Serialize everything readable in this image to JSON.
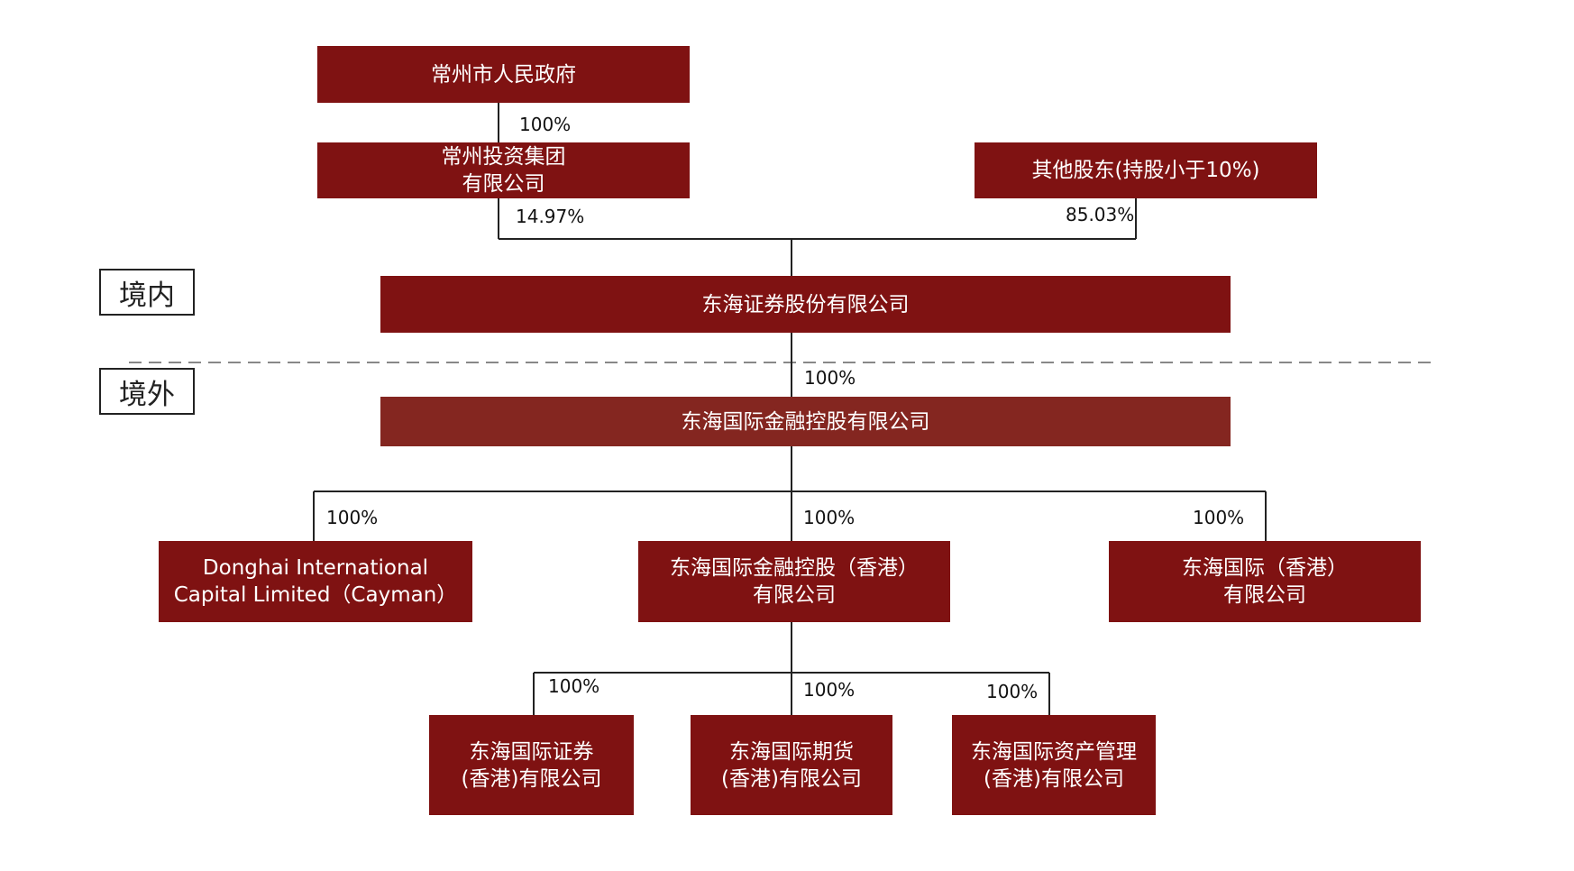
{
  "regions": {
    "domestic": "境内",
    "overseas": "境外"
  },
  "nodes": {
    "changzhou_gov": "常州市人民政府",
    "changzhou_invest": "常州投资集团\n有限公司",
    "other_shareholders": "其他股东(持股小于10%)",
    "donghai_securities": "东海证券股份有限公司",
    "donghai_intl_holdings": "东海国际金融控股有限公司",
    "cayman": "Donghai International\nCapital Limited（Cayman）",
    "hk_holdings": "东海国际金融控股（香港）\n有限公司",
    "donghai_intl_hk": "东海国际（香港）\n有限公司",
    "securities_hk": "东海国际证券\n(香港)有限公司",
    "futures_hk": "东海国际期货\n(香港)有限公司",
    "asset_mgmt_hk": "东海国际资产管理\n(香港)有限公司"
  },
  "percentages": {
    "gov_to_invest": "100%",
    "invest_to_securities": "14.97%",
    "other_to_securities": "85.03%",
    "securities_to_intl": "100%",
    "intl_to_cayman": "100%",
    "intl_to_hk_holdings": "100%",
    "intl_to_intl_hk": "100%",
    "hk_to_securities": "100%",
    "hk_to_futures": "100%",
    "hk_to_asset_mgmt": "100%"
  },
  "colors": {
    "box_fill": "#7f1212",
    "box_fill_alt": "#842620",
    "box_text": "#ffffff",
    "line": "#222222",
    "divider": "#888888"
  }
}
